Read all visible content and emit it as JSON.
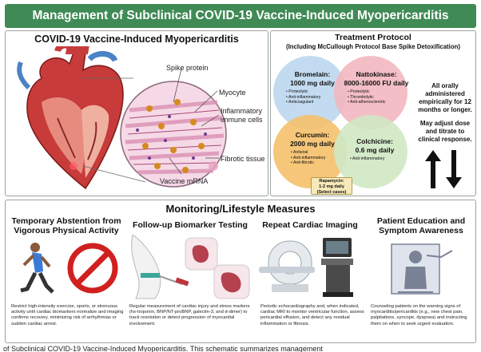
{
  "banner": {
    "title": "Management of Subclinical COVID-19 Vaccine-Induced Myopericarditis"
  },
  "left_panel": {
    "title": "COVID-19 Vaccine-Induced Myopericarditis",
    "labels": {
      "spike": "Spike protein",
      "myocyte": "Myocyte",
      "inflam": "Inflammatory\nimmune cells",
      "fibrotic": "Fibrotic tissue",
      "mrna": "Vaccine mRNA"
    }
  },
  "treatment": {
    "title": "Treatment Protocol",
    "subtitle": "(Including McCullough Protocol Base Spike Detoxification)",
    "bromelain": {
      "name": "Bromelain:",
      "dose": "1000 mg daily",
      "items": [
        "Proteolytic",
        "Anti-inflammatory",
        "Anticoagulant"
      ]
    },
    "nattokinase": {
      "name": "Nattokinase:",
      "dose": "8000-16000 FU daily",
      "items": [
        "Proteolytic",
        "Thrombolytic",
        "Anti-atherosclerotic"
      ]
    },
    "curcumin": {
      "name": "Curcumin:",
      "dose": "2000 mg daily",
      "items": [
        "Antiviral",
        "Anti-inflammatory",
        "Anti-fibrotic"
      ]
    },
    "colchicine": {
      "name": "Colchicine:",
      "dose": "0.6 mg daily",
      "items": [
        "Anti-inflammatory"
      ]
    },
    "rapamycin": {
      "name": "Rapamycin:",
      "dose": "1-2 mg daily",
      "note": "(Select cases)"
    },
    "note1": "All orally administered empirically for 12 months or longer.",
    "note2": "May adjust dose and titrate to clinical response.",
    "colors": {
      "blue": "#bcd7ee",
      "pink": "#f2b7bf",
      "orange": "#f5c06a",
      "green": "#cfe8c3"
    }
  },
  "monitoring": {
    "title": "Monitoring/Lifestyle Measures",
    "items": [
      {
        "title": "Temporary Abstention from Vigorous Physical Activity",
        "desc": "Restrict high-intensity exercise, sports, or strenuous activity until cardiac biomarkers normalize and imaging confirms recovery, minimizing risk of arrhythmias or sudden cardiac arrest."
      },
      {
        "title": "Follow-up Biomarker Testing",
        "desc": "Regular measurement of cardiac injury and stress markers (hs-troponin, BNP/NT-proBNP, galectin-3, and d-dimer) to track resolution or detect progression of myocardial involvement."
      },
      {
        "title": "Repeat Cardiac Imaging",
        "desc": "Periodic echocardiography and, when indicated, cardiac MRI to monitor ventricular function, assess pericardial effusion, and detect any residual inflammation or fibrosis."
      },
      {
        "title": "Patient Education and Symptom Awareness",
        "desc": "Counseling patients on the warning signs of myocarditis/pericarditis (e.g., new chest pain, palpitations, syncope, dyspnea) and instructing them on when to seek urgent evaluation."
      }
    ]
  },
  "footer": {
    "caption": "of Subclinical COVID-19 Vaccine-Induced Myopericarditis. This schematic summarizes management"
  }
}
